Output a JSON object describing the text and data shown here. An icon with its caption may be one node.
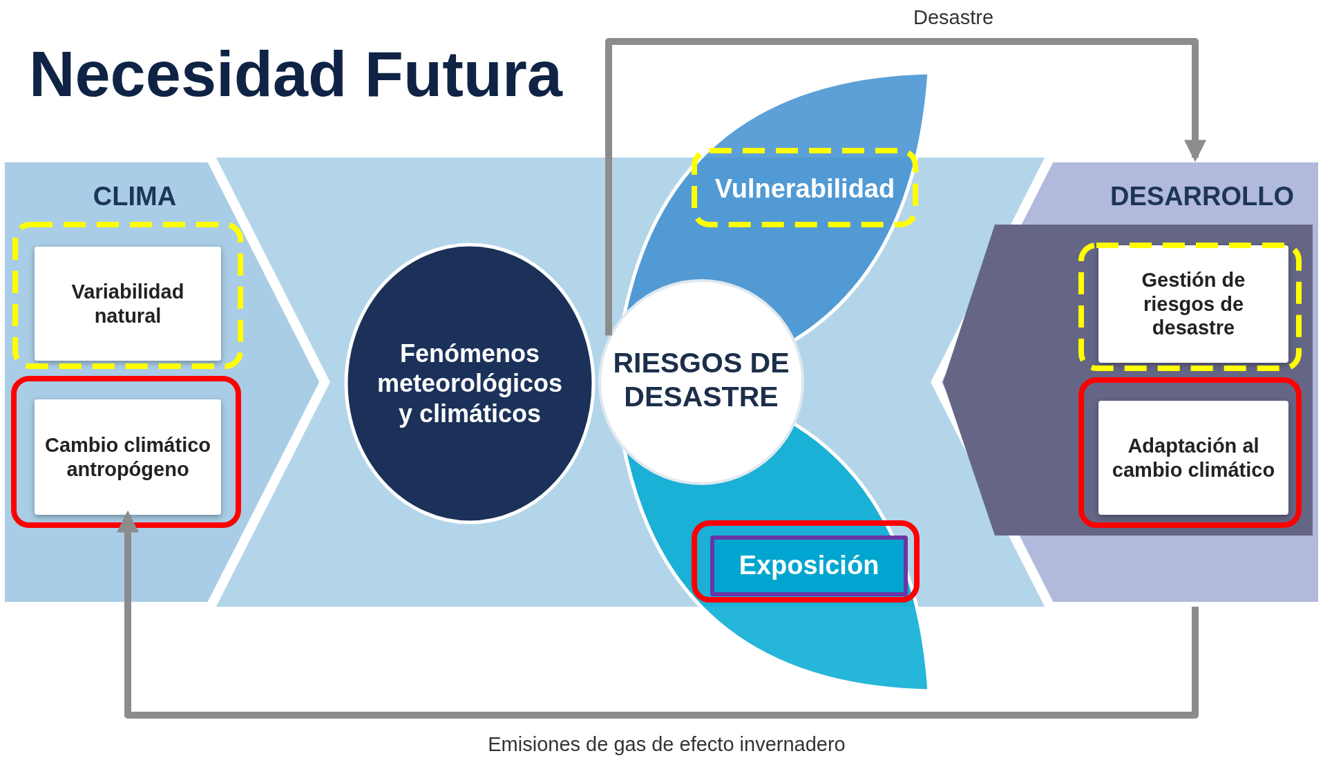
{
  "diagram": {
    "title": "Necesidad Futura",
    "nodes": [
      {
        "text": [
          "CLIMA"
        ]
      },
      {
        "text": [
          "Variabilidad natural"
        ],
        "in": 0
      },
      {
        "text": [
          "Cambio climático antropógeno"
        ],
        "in": 0
      },
      {
        "text": [
          "Fenómenos meteorológicos y climáticos"
        ]
      },
      {
        "text": [
          "Vulnerabilidad"
        ]
      },
      {
        "text": [
          "Exposición"
        ]
      },
      {
        "text": [
          "RIESGOS DE DESASTRE"
        ]
      },
      {
        "text": [
          "DESARROLLO"
        ]
      },
      {
        "text": [
          "Gestión de riesgos de desastre"
        ],
        "in": 7
      },
      {
        "text": [
          "Adaptación al cambio climático"
        ],
        "in": 7
      }
    ],
    "edges": [
      {
        "from": 6,
        "to": 7,
        "arrow": "to",
        "label": "Desastre"
      },
      {
        "from": 7,
        "to": 2,
        "arrow": "to",
        "label": "Emisiones de gas de efecto invernadero"
      }
    ]
  }
}
